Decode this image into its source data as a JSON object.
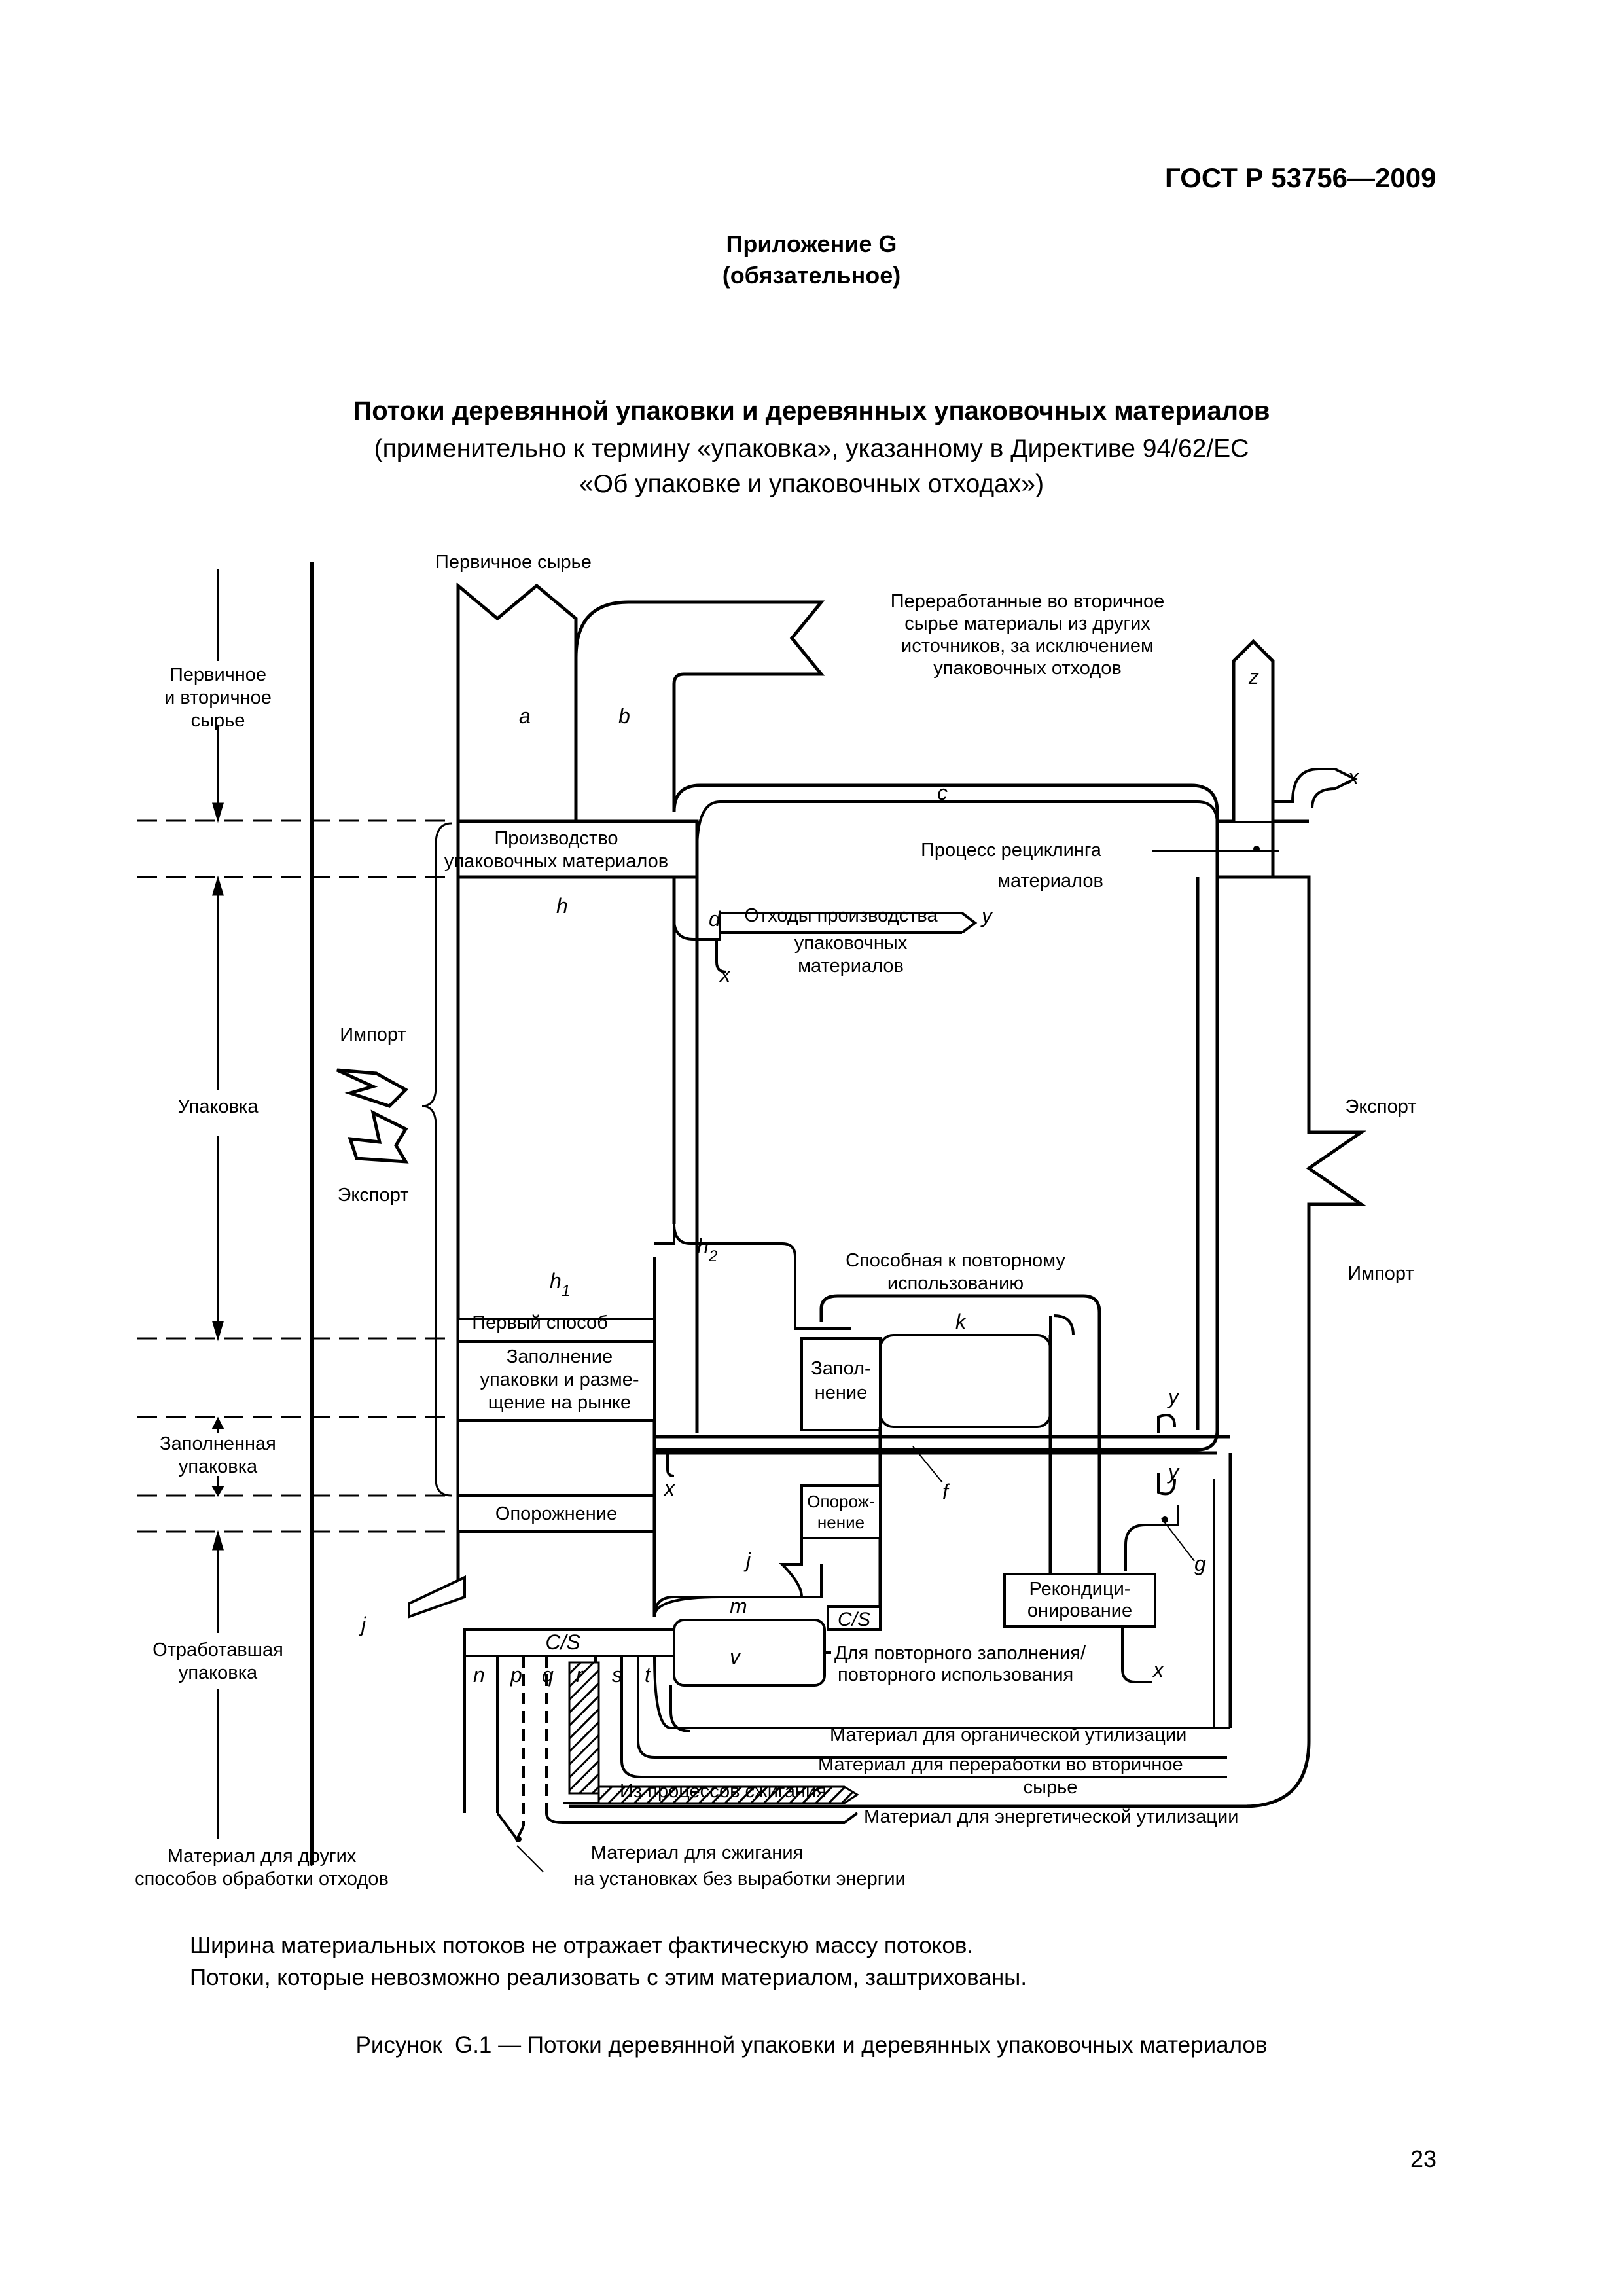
{
  "header": {
    "standard": "ГОСТ Р 53756—2009",
    "annex_title": "Приложение G",
    "annex_status": "(обязательное)"
  },
  "title": {
    "main": "Потоки деревянной упаковки и деревянных упаковочных материалов",
    "line2": "(применительно к термину «упаковка», указанному в Директиве 94/62/ЕС",
    "line3": "«Об упаковке и упаковочных отходах»)"
  },
  "diagram": {
    "stages": {
      "raw_1": "Первичное",
      "raw_2": "и вторичное",
      "raw_3": "сырье",
      "packaging": "Упаковка",
      "filled_1": "Заполненная",
      "filled_2": "упаковка",
      "waste_1": "Отработавшая",
      "waste_2": "упаковка",
      "other_1": "Материал для других",
      "other_2": "способов обработки отходов"
    },
    "labels": {
      "primary_raw": "Первичное сырье",
      "secondary_1": "Переработанные во вторичное",
      "secondary_2": "сырье материалы из других",
      "secondary_3": "источников, за исключением",
      "secondary_4": "упаковочных отходов",
      "production_1": "Производство",
      "production_2": "упаковочных материалов",
      "recycling_1": "Процесс рециклинга",
      "recycling_2": "материалов",
      "prod_waste_1": "Отходы производства",
      "prod_waste_2": "упаковочных",
      "prod_waste_3": "материалов",
      "import_left": "Импорт",
      "export_left": "Экспорт",
      "export_right": "Экспорт",
      "import_right": "Импорт",
      "first_way": "Первый способ",
      "filling_1": "Заполнение",
      "filling_2": "упаковки и разме-",
      "filling_3": "щение на рынке",
      "reusable_1": "Способная к повторному",
      "reusable_2": "использованию",
      "refill_1": "Запол-",
      "refill_2": "нение",
      "emptying": "Опорожнение",
      "emptying2_1": "Опорож-",
      "emptying2_2": "нение",
      "recond_1": "Рекондици-",
      "recond_2": "онирование",
      "cs": "C/S",
      "reuse_1": "Для повторного заполнения/",
      "reuse_2": "повторного использования",
      "organic": "Материал для органической утилизации",
      "recycle_out_1": "Материал для переработки во вторичное",
      "recycle_out_2": "сырье",
      "incineration_from": "Из процессов сжигания",
      "energy": "Материал для энергетической утилизации",
      "burn_1": "Материал для сжигания",
      "burn_2": "на установках без выработки энергии"
    },
    "letters": {
      "a": "a",
      "b": "b",
      "c": "c",
      "d": "d",
      "f": "f",
      "g": "g",
      "h": "h",
      "h1": "h",
      "h1_sub": "1",
      "h2": "h",
      "h2_sub": "2",
      "j": "j",
      "k": "k",
      "m": "m",
      "n": "n",
      "p": "p",
      "q": "q",
      "r": "r",
      "s": "s",
      "t": "t",
      "v": "v",
      "x": "x",
      "y": "y",
      "z": "z"
    }
  },
  "notes": {
    "line1": "Ширина материальных потоков не отражает фактическую массу потоков.",
    "line2": "Потоки, которые невозможно реализовать с этим материалом, заштрихованы."
  },
  "caption": "Рисунок  G.1 — Потоки деревянной упаковки и деревянных упаковочных материалов",
  "page_number": "23"
}
